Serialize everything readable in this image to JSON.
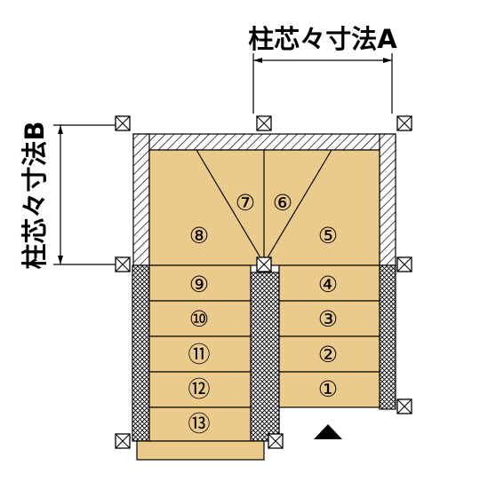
{
  "labels": {
    "dim_a": "柱芯々寸法A",
    "dim_b": "柱芯々寸法B"
  },
  "steps": [
    "①",
    "②",
    "③",
    "④",
    "⑤",
    "⑥",
    "⑦",
    "⑧",
    "⑨",
    "⑩",
    "⑪",
    "⑫",
    "⑬"
  ],
  "colors": {
    "tread": "#ebcb8b",
    "line": "#000000",
    "hatch_bg": "#ffffff"
  },
  "icons": {
    "direction": "up-triangle-icon",
    "post": "post-x-icon"
  }
}
